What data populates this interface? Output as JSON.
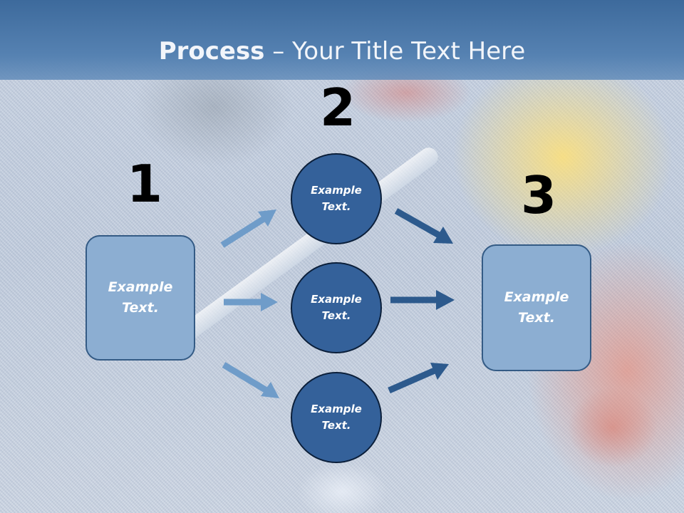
{
  "title": {
    "bold": "Process",
    "rest": " – Your Title Text Here"
  },
  "numbers": [
    "1",
    "2",
    "3"
  ],
  "steps": {
    "left_box": {
      "line1": "Example",
      "line2": "Text."
    },
    "circles": [
      {
        "line1": "Example",
        "line2": "Text."
      },
      {
        "line1": "Example",
        "line2": "Text."
      },
      {
        "line1": "Example",
        "line2": "Text."
      }
    ],
    "right_box": {
      "line1": "Example",
      "line2": "Text."
    }
  },
  "colors": {
    "header": "#4a78aa",
    "box_fill": "#8caed2",
    "circle_fill": "#34619a",
    "arrow_light": "#6f9cc9",
    "arrow_dark": "#2d5a8d"
  }
}
